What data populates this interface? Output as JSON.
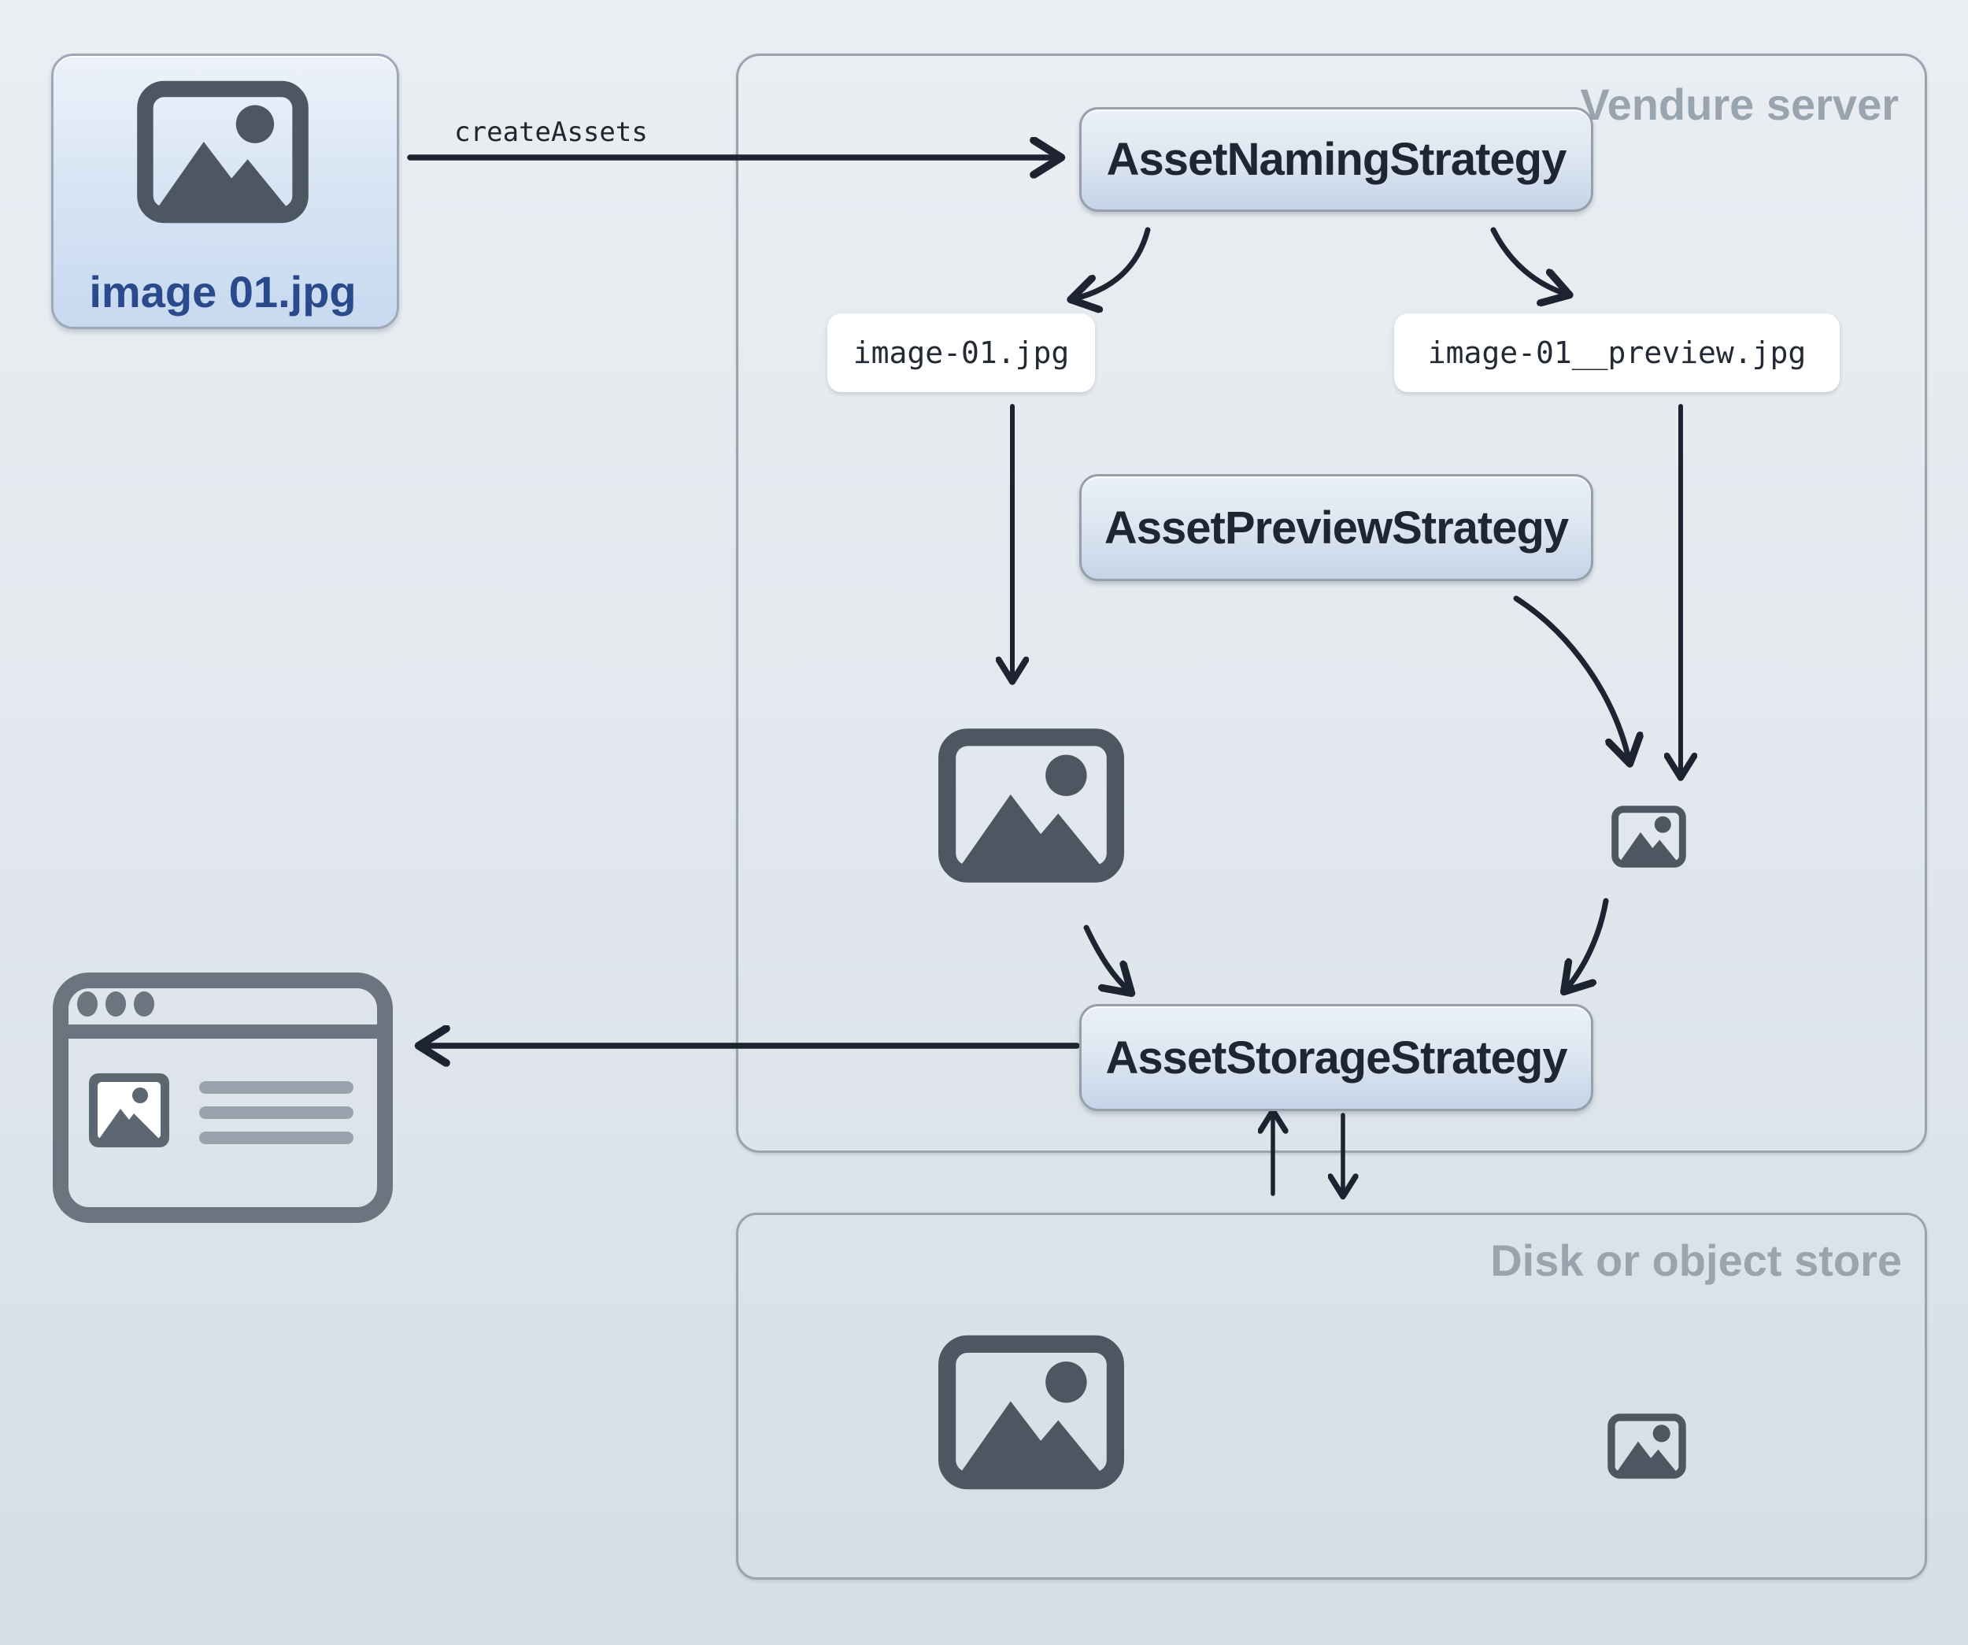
{
  "source": {
    "label": "image 01.jpg"
  },
  "flow": {
    "create_assets": "createAssets"
  },
  "vendure": {
    "label": "Vendure server",
    "naming_strategy": "AssetNamingStrategy",
    "preview_strategy": "AssetPreviewStrategy",
    "storage_strategy": "AssetStorageStrategy",
    "file_main": "image-01.jpg",
    "file_preview": "image-01__preview.jpg"
  },
  "disk": {
    "label": "Disk or object store"
  },
  "icons": {
    "source_asset": "image-icon",
    "stored_original": "image-icon",
    "stored_preview": "image-small-icon",
    "storefront": "browser-window-icon",
    "disk_original": "image-icon",
    "disk_preview": "image-small-icon"
  },
  "colors": {
    "background_top": "#eaeef3",
    "background_bottom": "#d6dde5",
    "strategy_box_top": "#ebf0f8",
    "strategy_box_bottom": "#c6d4e8",
    "source_box_top": "#edf2fa",
    "source_box_bottom": "#c7d9f0",
    "container_border": "#9aa4ae",
    "muted_label": "#9aa4ae",
    "arrow": "#1d2330",
    "icon_gray": "#4d5761",
    "browser_gray": "#6b7580",
    "file_label_bg": "#ffffff",
    "strategy_text": "#1f2631",
    "file_text": "#232a34",
    "source_text": "#2a4a8c"
  }
}
